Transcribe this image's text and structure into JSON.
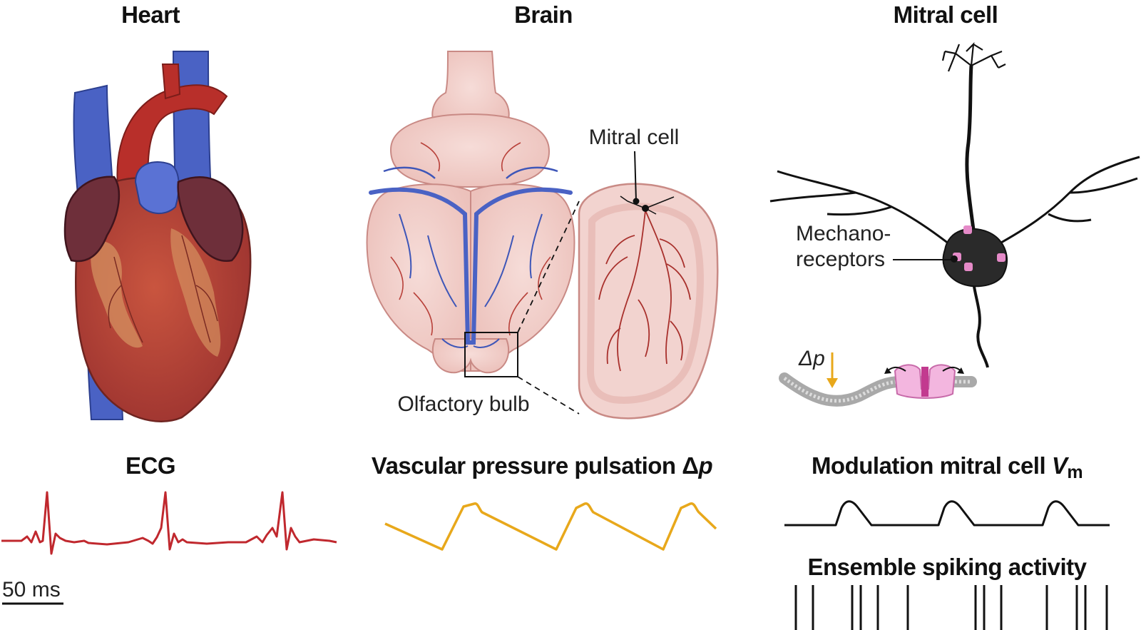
{
  "panels": {
    "heart": {
      "title": "Heart"
    },
    "brain": {
      "title": "Brain",
      "olfactory_label": "Olfactory bulb",
      "mitral_label": "Mitral cell"
    },
    "mitral": {
      "title": "Mitral cell",
      "mechano_line1": "Mechano-",
      "mechano_line2": "receptors",
      "dp_label": "Δp"
    }
  },
  "traces": {
    "ecg": {
      "title": "ECG",
      "color": "#c0282e"
    },
    "pressure": {
      "title_text": "Vascular pressure pulsation Δ",
      "title_var": "p",
      "color": "#e8a81b"
    },
    "vm": {
      "title_text": "Modulation mitral cell ",
      "title_var": "V",
      "title_sub": "m",
      "color": "#111111"
    },
    "spikes": {
      "title": "Ensemble spiking activity",
      "color": "#111111"
    }
  },
  "scale_bar": {
    "label": "50 ms"
  },
  "colors": {
    "vein": "#4a62c4",
    "artery": "#b82f2a",
    "heart_body": "#b8403a",
    "atrium": "#6e2f3a",
    "brain_fill": "#f2d3cf",
    "brain_outline": "#c98a85",
    "mechanoreceptor": "#e58ac8"
  }
}
